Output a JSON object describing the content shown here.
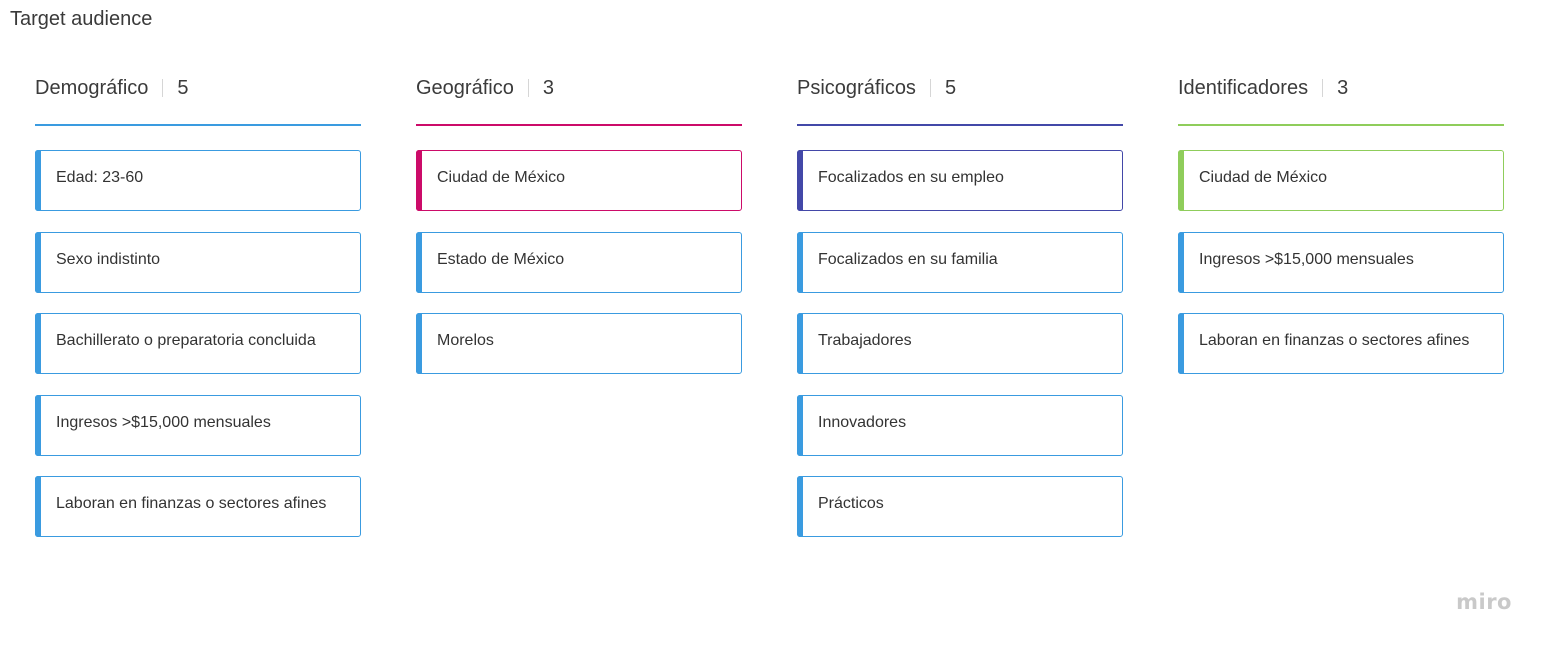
{
  "board": {
    "title": "Target audience"
  },
  "colors": {
    "blue": "#3a9be0",
    "magenta": "#cc0b69",
    "indigo": "#4348a8",
    "green": "#8fcd5b"
  },
  "columns": [
    {
      "title": "Demográfico",
      "count": "5",
      "color": "#3a9be0",
      "cards": [
        {
          "text": "Edad: 23-60",
          "color": "#3a9be0"
        },
        {
          "text": "Sexo indistinto",
          "color": "#3a9be0"
        },
        {
          "text": "Bachillerato o preparatoria concluida",
          "color": "#3a9be0"
        },
        {
          "text": "Ingresos >$15,000 mensuales",
          "color": "#3a9be0"
        },
        {
          "text": "Laboran en finanzas o sectores afines",
          "color": "#3a9be0"
        }
      ]
    },
    {
      "title": "Geográfico",
      "count": "3",
      "color": "#cc0b69",
      "cards": [
        {
          "text": "Ciudad de México",
          "color": "#cc0b69"
        },
        {
          "text": "Estado de México",
          "color": "#3a9be0"
        },
        {
          "text": "Morelos",
          "color": "#3a9be0"
        }
      ]
    },
    {
      "title": "Psicográficos",
      "count": "5",
      "color": "#4348a8",
      "cards": [
        {
          "text": "Focalizados en su empleo",
          "color": "#4348a8"
        },
        {
          "text": "Focalizados en su familia",
          "color": "#3a9be0"
        },
        {
          "text": "Trabajadores",
          "color": "#3a9be0"
        },
        {
          "text": "Innovadores",
          "color": "#3a9be0"
        },
        {
          "text": "Prácticos",
          "color": "#3a9be0"
        }
      ]
    },
    {
      "title": "Identificadores",
      "count": "3",
      "color": "#8fcd5b",
      "cards": [
        {
          "text": "Ciudad de México",
          "color": "#8fcd5b"
        },
        {
          "text": "Ingresos >$15,000 mensuales",
          "color": "#3a9be0"
        },
        {
          "text": "Laboran en finanzas o sectores afines",
          "color": "#3a9be0"
        }
      ]
    }
  ],
  "watermark": {
    "text": "miro"
  }
}
